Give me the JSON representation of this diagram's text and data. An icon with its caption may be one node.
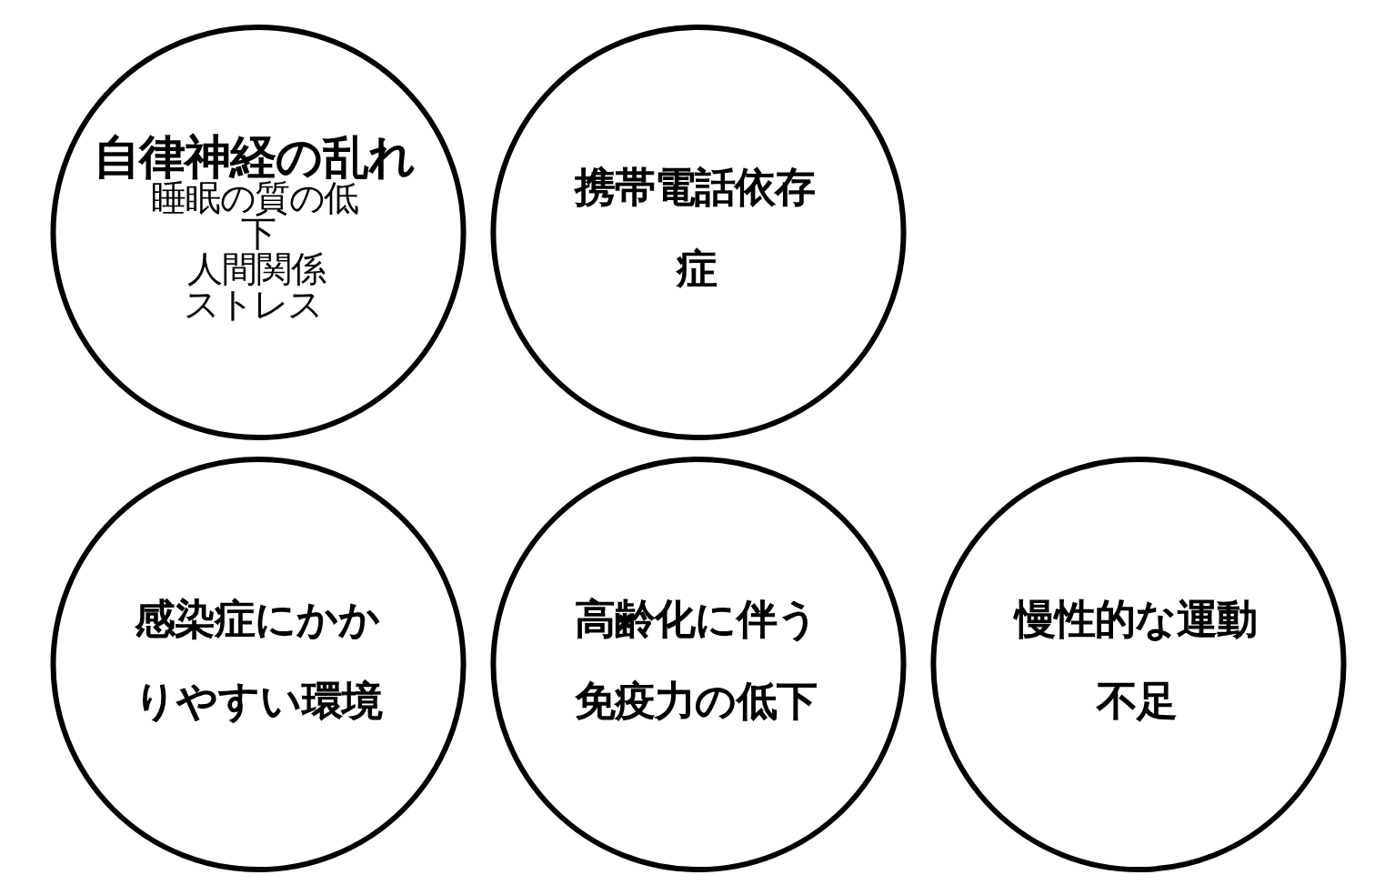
{
  "diagram": {
    "nodes": [
      {
        "text": [
          "自律神経の乱れ",
          "睡眠の質の低下",
          "人間関係",
          "ストレス"
        ]
      },
      {
        "text": [
          "携帯電話依存症"
        ]
      },
      {
        "text": [
          "慢性的な運動不足"
        ]
      },
      {
        "text": [
          "感染症にかかりやすい環境"
        ]
      },
      {
        "text": [
          "高齢化に伴う免疫力の低下"
        ]
      }
    ],
    "edges": []
  }
}
